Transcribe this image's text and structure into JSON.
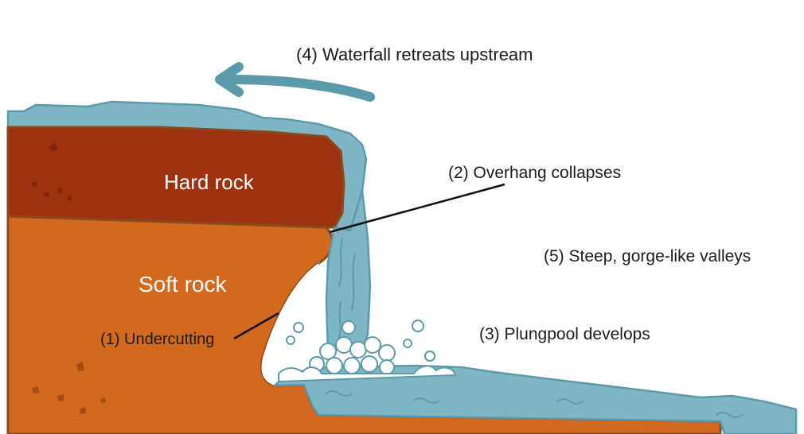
{
  "diagram": {
    "rock_labels": {
      "hard_rock": "Hard rock",
      "soft_rock": "Soft rock"
    },
    "stage_labels": {
      "undercutting": "(1) Undercutting",
      "overhang": "(2) Overhang collapses",
      "plungepool": "(3) Plungpool develops",
      "retreat": "(4) Waterfall retreats upstream",
      "valleys": "(5) Steep, gorge-like valleys"
    },
    "colors": {
      "hard_rock": "#9c3210",
      "soft_rock": "#d2691e",
      "water": "#7fb6c6",
      "outline": "#8a4a1c",
      "water_outline": "#5b9aab"
    },
    "icons": {
      "retreat_arrow": "arrow-left-icon",
      "foam_bubbles": "foam-bubbles-icon"
    }
  }
}
